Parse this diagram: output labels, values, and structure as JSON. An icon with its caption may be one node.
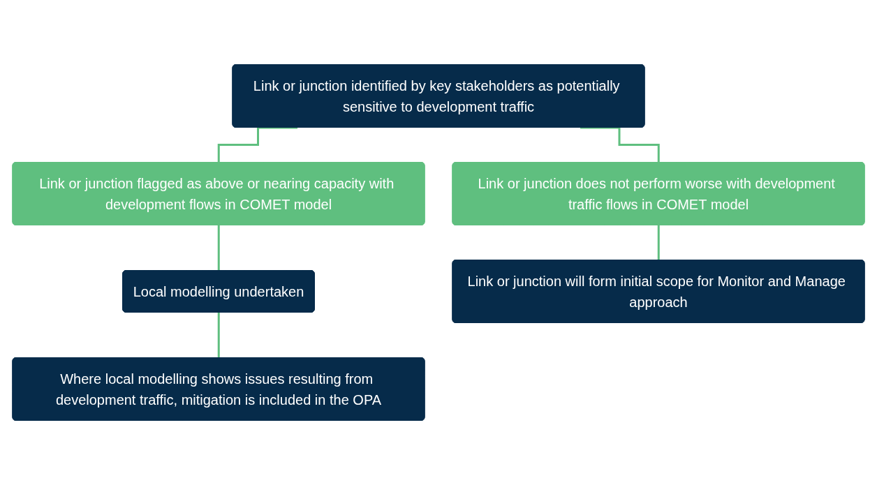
{
  "diagram": {
    "nodes": [
      {
        "text": [
          "Link or junction identified by key stakeholders as potentially sensitive to development traffic"
        ]
      },
      {
        "text": [
          "Link or junction flagged as above or nearing capacity with development flows in COMET model"
        ]
      },
      {
        "text": [
          "Link or junction does not perform worse with development traffic flows in COMET model"
        ]
      },
      {
        "text": [
          "Local modelling undertaken"
        ]
      },
      {
        "text": [
          "Where local modelling shows issues resulting from development traffic, mitigation is included in the OPA"
        ]
      },
      {
        "text": [
          "Link or junction will form initial scope for Monitor and Manage approach"
        ]
      }
    ],
    "edges": [
      {
        "from": 0,
        "to": 1,
        "arrow": "none"
      },
      {
        "from": 0,
        "to": 2,
        "arrow": "none"
      },
      {
        "from": 1,
        "to": 3,
        "arrow": "none"
      },
      {
        "from": 3,
        "to": 4,
        "arrow": "none"
      },
      {
        "from": 2,
        "to": 5,
        "arrow": "none"
      }
    ]
  }
}
